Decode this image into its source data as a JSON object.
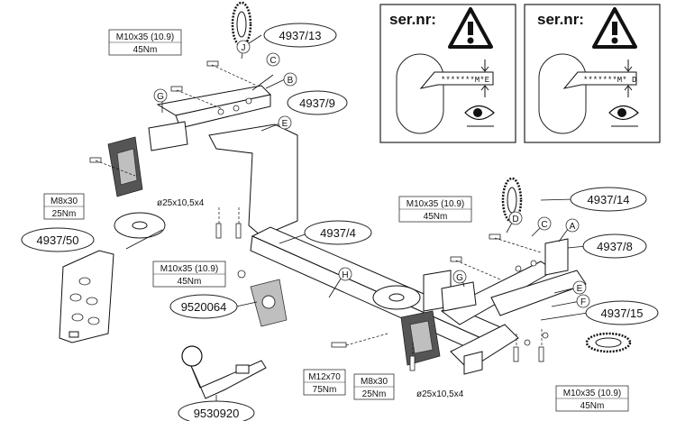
{
  "part_numbers": {
    "main_frame": "4937/4",
    "bracket_right_top": "4937/14",
    "bracket_right_mid": "4937/8",
    "bracket_right_bottom": "4937/15",
    "bracket_left_top": "4937/13",
    "bracket_left_mid": "4937/9",
    "socket_plate": "4937/50",
    "tow_ball_plate": "9520064",
    "tow_ball": "9530920"
  },
  "letters": {
    "J": "J",
    "C_left": "C",
    "B": "B",
    "E_left": "E",
    "G_left": "G",
    "D": "D",
    "C_right": "C",
    "A": "A",
    "G_right": "G",
    "E_right": "E",
    "F": "F",
    "H": "H"
  },
  "torque": {
    "top_left": {
      "bolt": "M10x35 (10.9)",
      "value": "45Nm"
    },
    "left": {
      "bolt": "M8x30",
      "value": "25Nm"
    },
    "center_left": {
      "bolt": "M10x35 (10.9)",
      "value": "45Nm"
    },
    "right_top": {
      "bolt": "M10x35 (10.9)",
      "value": "45Nm"
    },
    "bottom_right": {
      "bolt": "M10x35 (10.9)",
      "value": "45Nm"
    },
    "bottom_center": {
      "bolt": "M8x30",
      "value": "25Nm"
    },
    "bottom_m12": {
      "bolt": "M12x70",
      "value": "75Nm"
    }
  },
  "washers": {
    "left": "ø25x10,5x4",
    "bottom": "ø25x10,5x4"
  },
  "serial_panels": [
    {
      "heading": "ser.nr:",
      "code": "*******M*E"
    },
    {
      "heading": "ser.nr:",
      "code": "*******M* D"
    }
  ]
}
